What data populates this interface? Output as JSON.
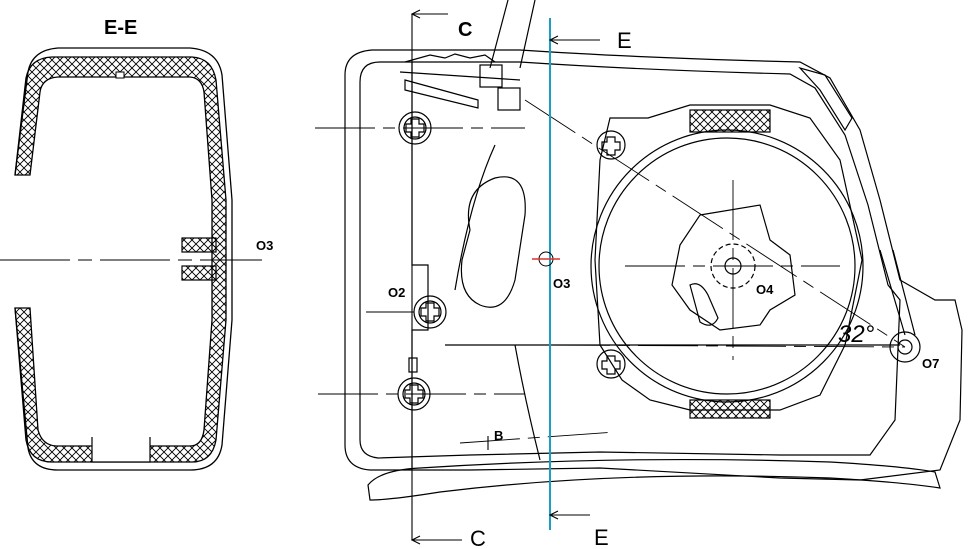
{
  "section_view": {
    "title": "E-E",
    "center_label": "O3"
  },
  "main_view": {
    "labels": {
      "o2": "O2",
      "o3": "O3",
      "o4": "O4",
      "o7": "O7",
      "b": "B",
      "angle": "32°"
    },
    "section_marks": {
      "c_top": "C",
      "c_bottom": "C",
      "e_top": "E",
      "e_bottom": "E"
    }
  },
  "colors": {
    "line": "#000000",
    "section_line": "#1a9fc4",
    "marker": "#e0302a"
  }
}
